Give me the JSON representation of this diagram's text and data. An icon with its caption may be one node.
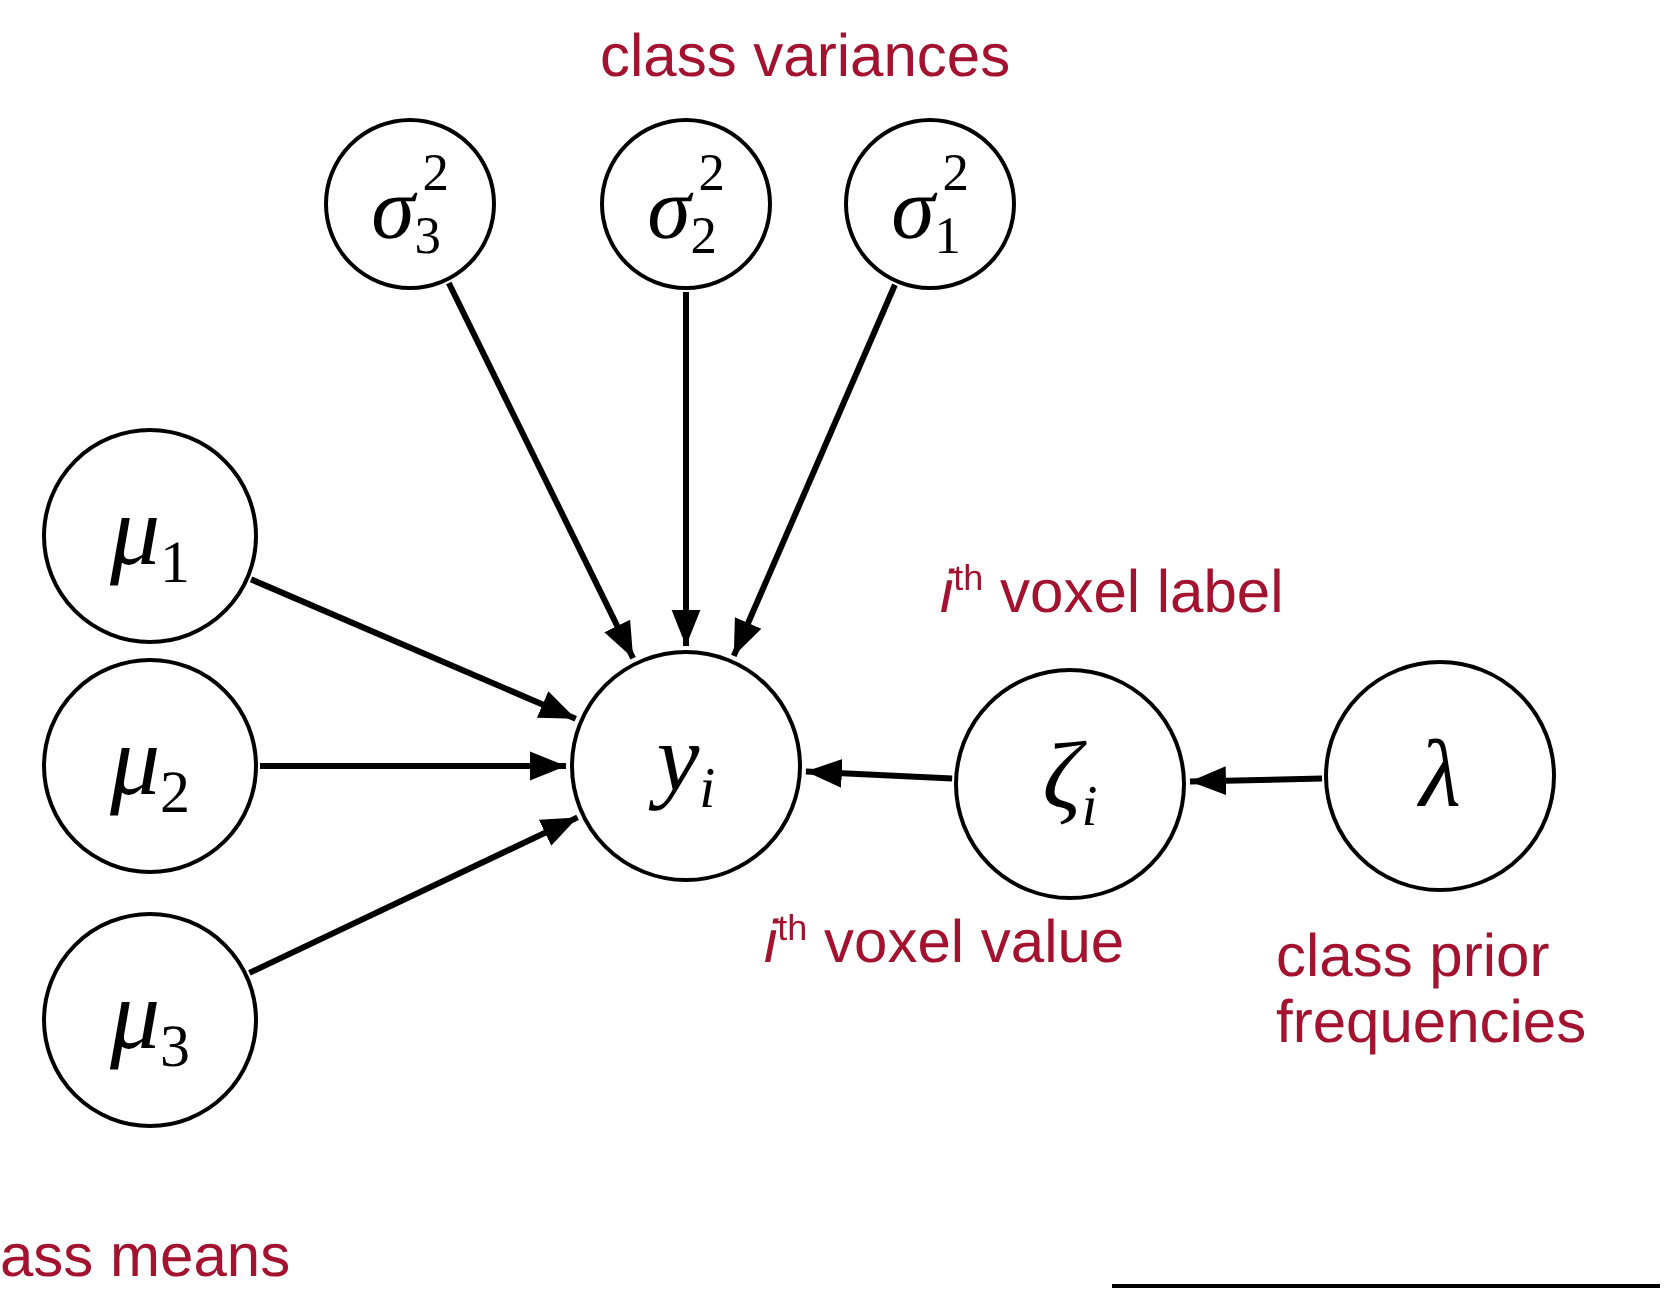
{
  "diagram": {
    "nodes": [
      {
        "text": [
          "*σ*$_{3}$$^{2}$"
        ]
      },
      {
        "text": [
          "*σ*$_{2}$$^{2}$"
        ]
      },
      {
        "text": [
          "*σ*$_{1}$$^{2}$"
        ]
      },
      {
        "text": [
          "*μ*$_{1}$"
        ]
      },
      {
        "text": [
          "*μ*$_{2}$"
        ]
      },
      {
        "text": [
          "*μ*$_{3}$"
        ]
      },
      {
        "text": [
          "*y*$_{i}$"
        ],
        "beside": [
          "*i*$^{th}$ voxel value"
        ]
      },
      {
        "text": [
          "*ζ*$_{i}$"
        ],
        "beside": [
          "*i*$^{th}$ voxel label"
        ]
      },
      {
        "text": [
          "*λ*"
        ],
        "beside": [
          "class prior frequencies"
        ]
      }
    ],
    "edges": [
      {
        "from": 0,
        "to": 6,
        "arrow": "to"
      },
      {
        "from": 1,
        "to": 6,
        "arrow": "to"
      },
      {
        "from": 2,
        "to": 6,
        "arrow": "to"
      },
      {
        "from": 3,
        "to": 6,
        "arrow": "to"
      },
      {
        "from": 4,
        "to": 6,
        "arrow": "to"
      },
      {
        "from": 5,
        "to": 6,
        "arrow": "to"
      },
      {
        "from": 7,
        "to": 6,
        "arrow": "to"
      },
      {
        "from": 8,
        "to": 7,
        "arrow": "to"
      }
    ],
    "labels": [
      "class variances",
      "ass means"
    ]
  }
}
